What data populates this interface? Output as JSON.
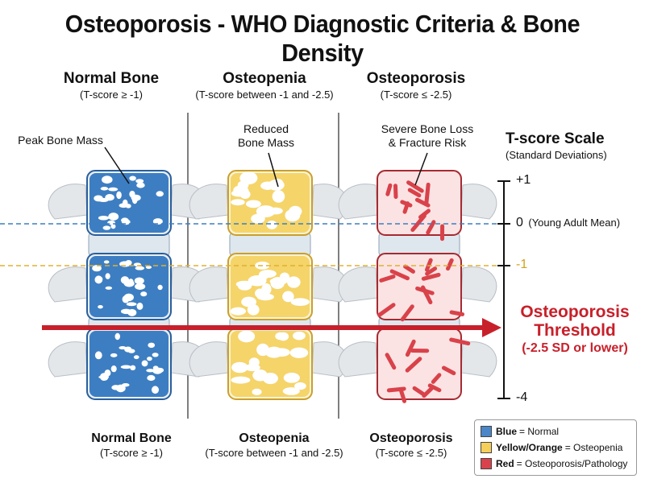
{
  "title": "Osteoporosis - WHO Diagnostic Criteria & Bone Density",
  "columns": [
    {
      "heading": "Normal Bone",
      "subheading": "(T-score ≥ -1)",
      "callout": "Peak Bone Mass",
      "color": "#3d7ec2"
    },
    {
      "heading": "Osteopenia",
      "subheading": "(T-score between -1 and -2.5)",
      "callout_l1": "Reduced",
      "callout_l2": "Bone Mass",
      "color": "#f2c84b"
    },
    {
      "heading": "Osteoporosis",
      "subheading": "(T-score ≤ -2.5)",
      "callout_l1": "Severe Bone Loss",
      "callout_l2": "& Fracture Risk",
      "color": "#d9424a"
    }
  ],
  "scale": {
    "title": "T-score Scale",
    "subtitle": "(Standard Deviations)",
    "ticks": [
      {
        "label": "+1"
      },
      {
        "label": "0",
        "note": "(Young Adult Mean)"
      },
      {
        "label": "-1"
      },
      {
        "label": "-4"
      }
    ]
  },
  "threshold": {
    "line1": "Osteoporosis",
    "line2": "Threshold",
    "line3": "(-2.5 SD or lower)"
  },
  "footer": [
    {
      "heading": "Normal Bone",
      "subheading": "(T-score ≥ -1)"
    },
    {
      "heading": "Osteopenia",
      "subheading": "(T-score between -1 and -2.5)"
    },
    {
      "heading": "Osteoporosis",
      "subheading": "(T-score ≤ -2.5)"
    }
  ],
  "legend": [
    {
      "key": "Blue",
      "desc": "= Normal",
      "color": "#4a86c8"
    },
    {
      "key": "Yellow/Orange",
      "desc": "= Osteopenia",
      "color": "#f5cf5a"
    },
    {
      "key": "Red",
      "desc": "= Osteoporosis/Pathology",
      "color": "#d9424a"
    }
  ]
}
